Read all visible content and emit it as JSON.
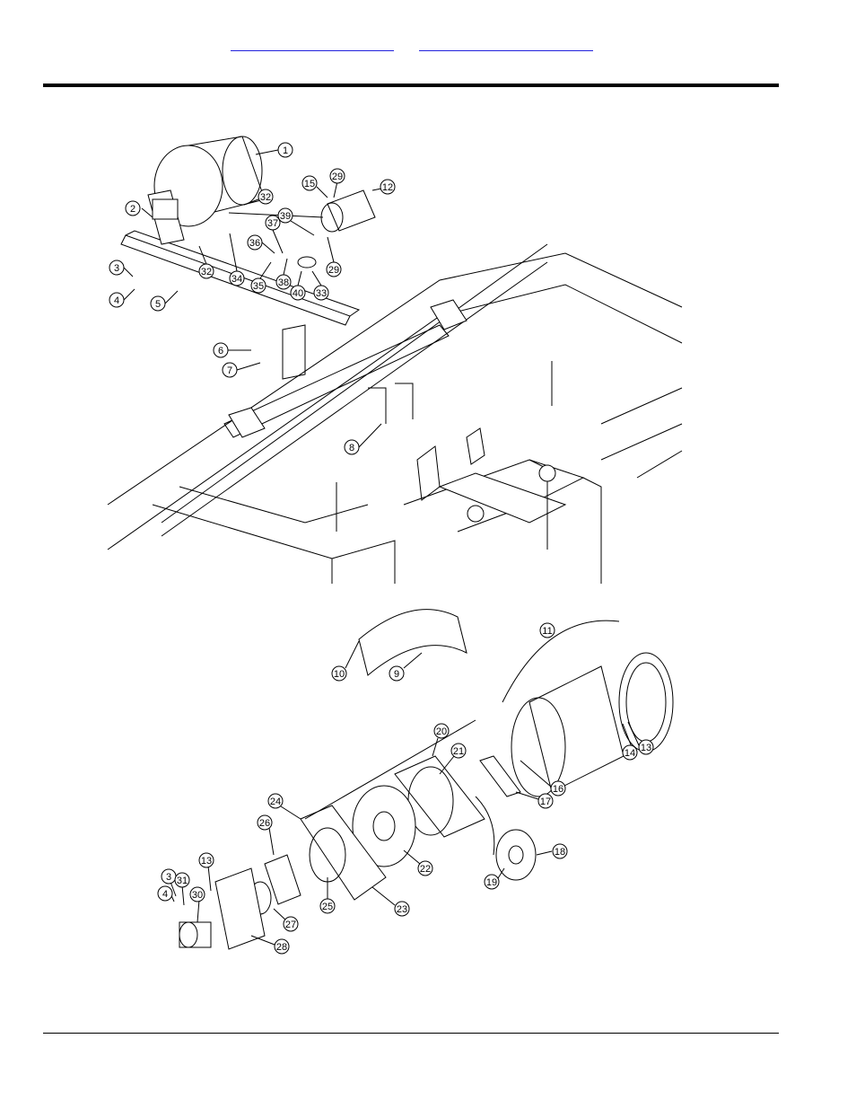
{
  "header": {
    "link_left": "",
    "link_right": ""
  },
  "figure": {
    "upper_callouts": [
      "1",
      "2",
      "3",
      "4",
      "5",
      "6",
      "7",
      "8",
      "12",
      "15",
      "29",
      "32",
      "32",
      "33",
      "34",
      "35",
      "36",
      "37",
      "38",
      "39",
      "40",
      "29"
    ],
    "lower_callouts": [
      "9",
      "10",
      "11",
      "13",
      "14",
      "16",
      "17",
      "18",
      "19",
      "20",
      "21",
      "22",
      "23",
      "24",
      "25",
      "26",
      "27",
      "28",
      "3",
      "4",
      "13",
      "30",
      "31"
    ]
  },
  "footer": {}
}
